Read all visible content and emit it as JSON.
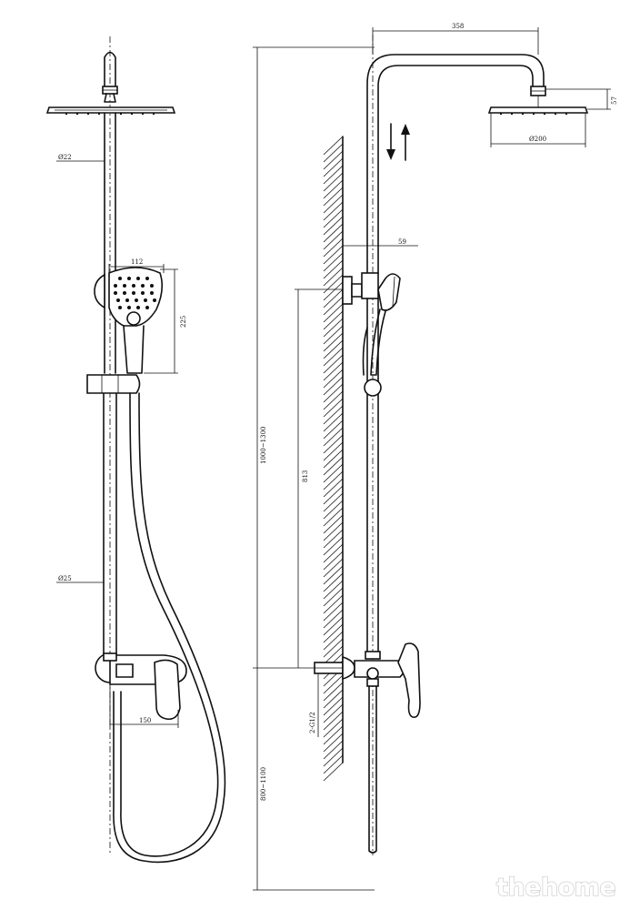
{
  "dimensions": {
    "pipe_diameter_upper": "Ø22",
    "pipe_diameter_lower": "Ø25",
    "hand_shower_width": "112",
    "hand_shower_length": "225",
    "mixer_offset": "150",
    "arm_length": "358",
    "head_height": "57",
    "head_diameter": "Ø200",
    "rail_wall_offset": "59",
    "bracket_to_mixer": "813",
    "total_height": "1000~1300",
    "floor_to_mixer": "800~1100",
    "inlet_thread": "2-G1/2"
  },
  "icons": {
    "adjust_arrows": "up-down-arrows-icon"
  },
  "watermark": {
    "text": "thehome"
  }
}
